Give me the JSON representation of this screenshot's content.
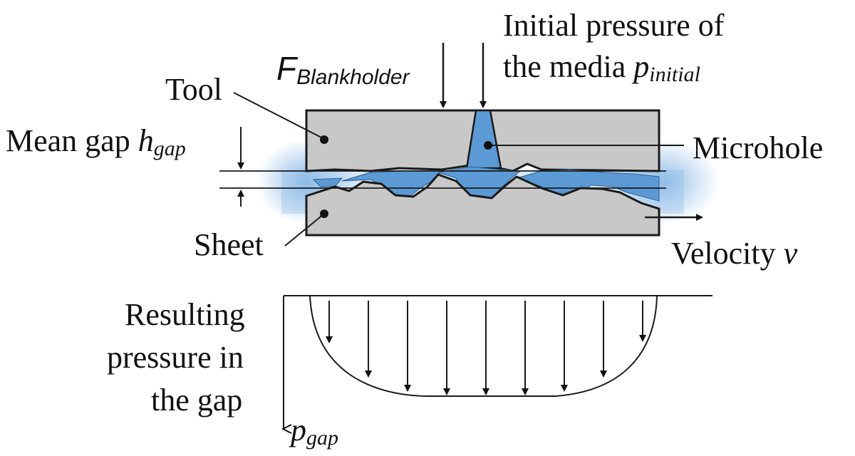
{
  "labels": {
    "force_main": "F",
    "force_sub": "Blankholder",
    "initial_pressure_line1": "Initial pressure of",
    "initial_pressure_line2": "the media ",
    "initial_pressure_symbol": "p",
    "initial_pressure_sub": "initial",
    "tool": "Tool",
    "mean_gap": "Mean gap ",
    "mean_gap_symbol": "h",
    "mean_gap_sub": "gap",
    "microhole": "Microhole",
    "sheet": "Sheet",
    "velocity": "Velocity ",
    "velocity_symbol": "v",
    "resulting_line1": "Resulting",
    "resulting_line2": "pressure in",
    "resulting_line3": "the gap",
    "pgap_symbol": "p",
    "pgap_sub": "gap"
  },
  "colors": {
    "solid_gray": "#c8c8c8",
    "media_blue": "#5b9ad5",
    "media_blue_light": "#a9ccee",
    "outline": "#1a1a1a"
  }
}
